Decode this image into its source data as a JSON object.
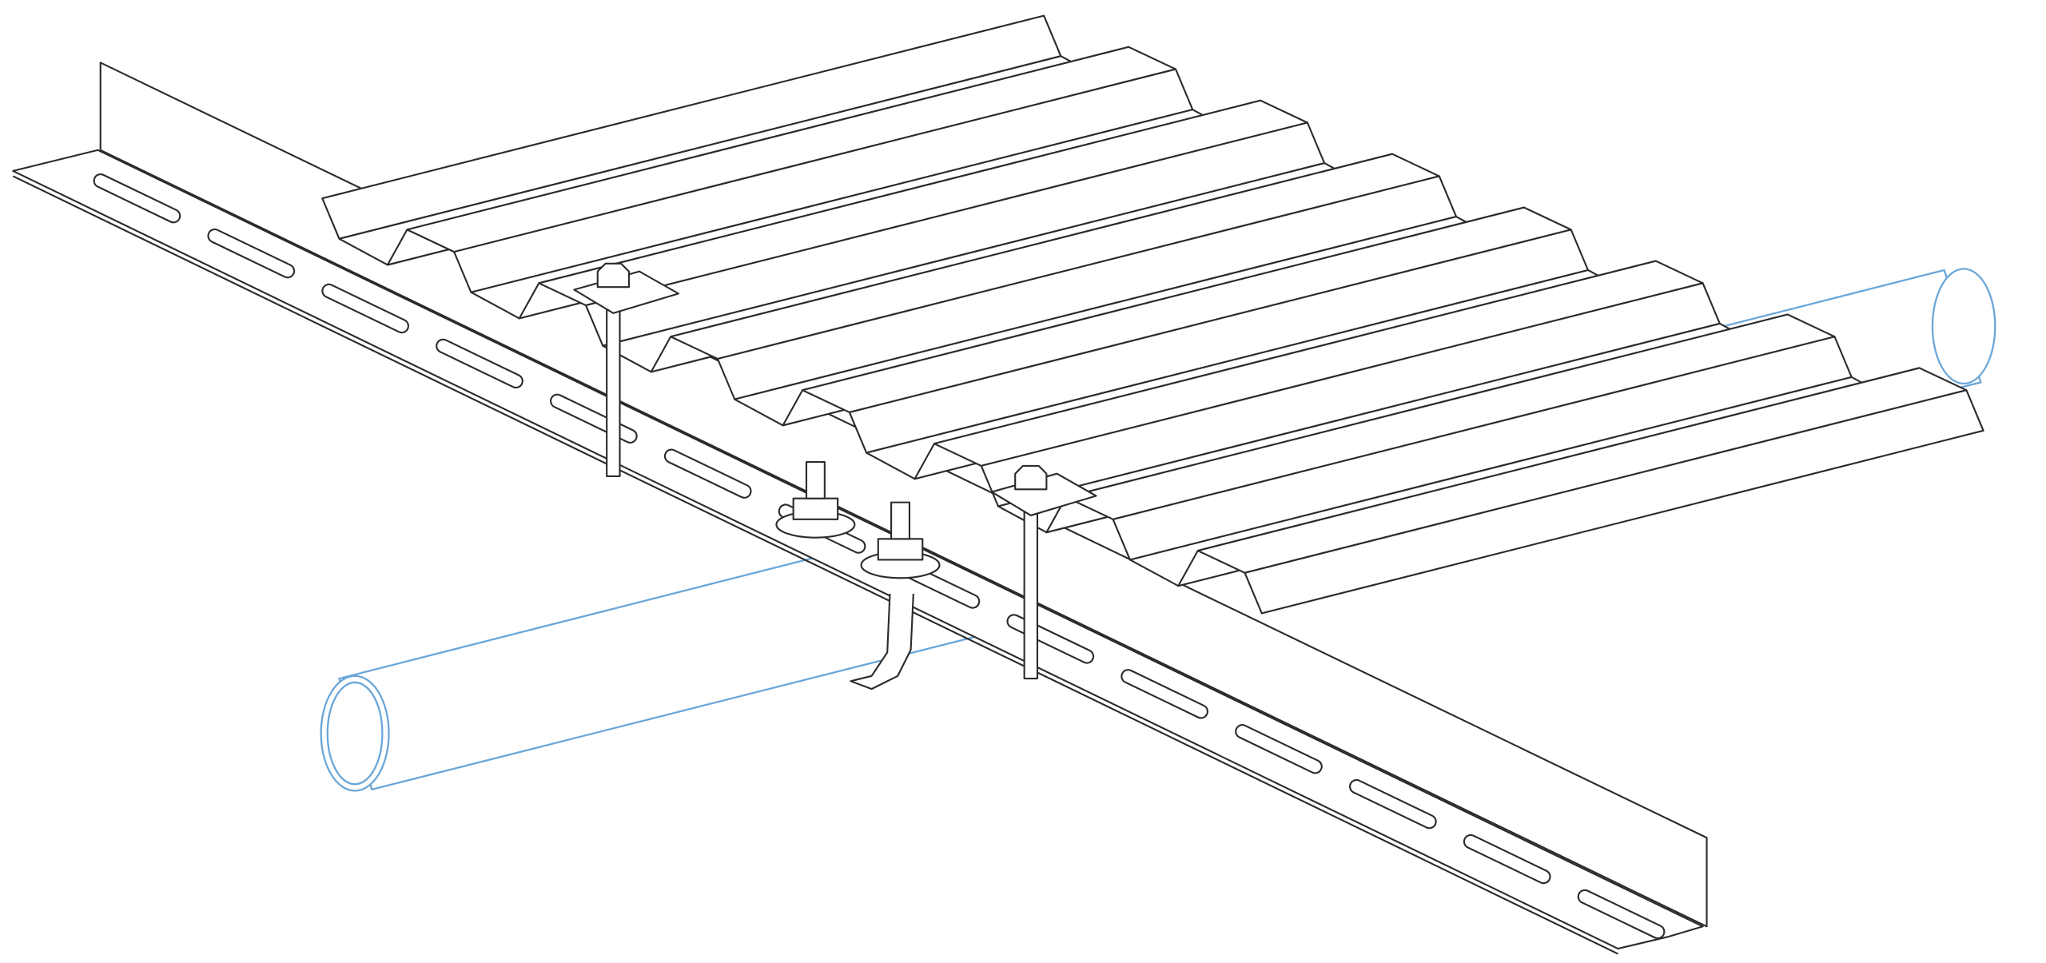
{
  "diagram": {
    "subject": "corrugated-sheet-on-slotted-angle-with-pipe",
    "rib_count": 7,
    "slot_count": 14,
    "bolt_count": 2
  },
  "colors": {
    "line": "#2b2b2b",
    "pipe": "#6aa6d8",
    "background": "#ffffff"
  }
}
